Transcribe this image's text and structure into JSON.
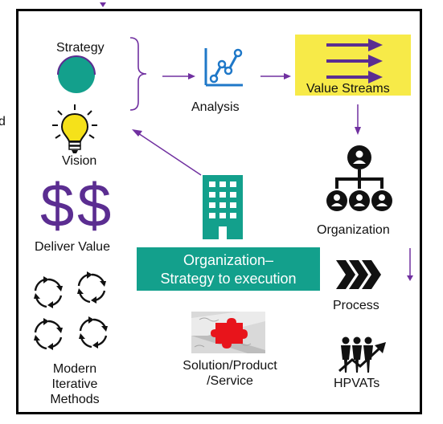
{
  "edge_fragment": "d",
  "strategy": {
    "label": "Strategy"
  },
  "analysis": {
    "label": "Analysis"
  },
  "value_streams": {
    "label": "Value Streams",
    "bg": "#f7ea48"
  },
  "vision": {
    "label": "Vision"
  },
  "organization": {
    "label": "Organization"
  },
  "deliver_value": {
    "label": "Deliver Value"
  },
  "center": {
    "line1": "Organization–",
    "line2": "Strategy to execution",
    "bg": "#13a08c"
  },
  "process": {
    "label": "Process"
  },
  "methods": {
    "line1": "Modern",
    "line2": "Iterative",
    "line3": "Methods"
  },
  "solution": {
    "line1": "Solution/Product",
    "line2": "/Service"
  },
  "hpvats": {
    "label": "HPVATs"
  },
  "colors": {
    "arrow": "#7030a0",
    "teal": "#13a08c",
    "dollar": "#5b2d91",
    "bulb": "#f5e11a",
    "navy": "#1f3864"
  }
}
